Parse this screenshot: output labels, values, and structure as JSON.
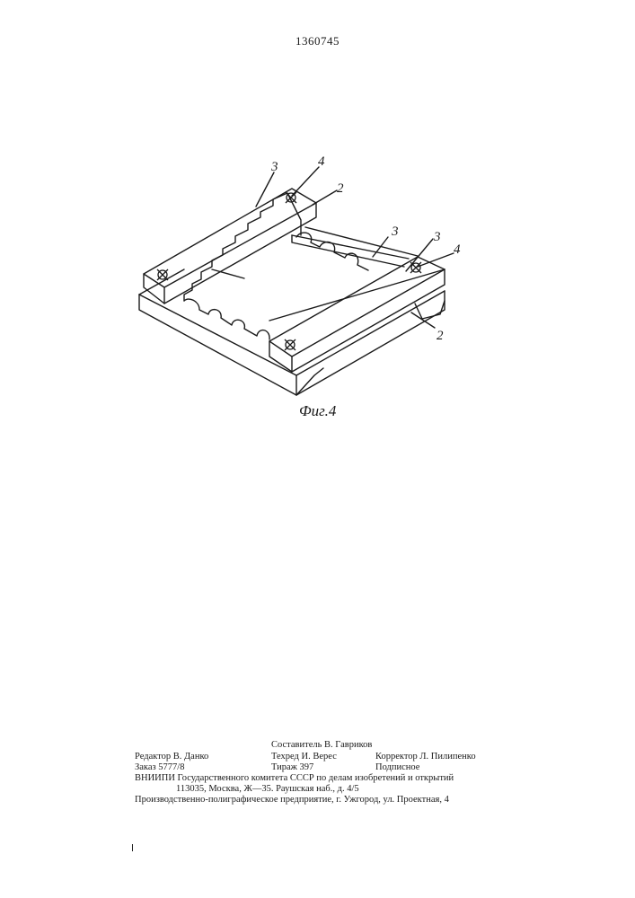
{
  "header": {
    "patent_number": "1360745"
  },
  "figure": {
    "caption": "Фиг.4",
    "labels": {
      "bar_left": "3",
      "fastener_top": "4",
      "plate_top": "2",
      "bar_middle": "3",
      "bar_right": "3",
      "fastener_right": "4",
      "plate_bottom": "2"
    }
  },
  "imprint": {
    "compiler": "Составитель В. Гавриков",
    "editor": "Редактор В. Данко",
    "techred": "Техред И. Верес",
    "corrector": "Корректор Л. Пилипенко",
    "order": "Заказ 5777/8",
    "circulation": "Тираж 397",
    "subscription": "Подписное",
    "institute": "ВНИИПИ Государственного комитета СССР по делам изобретений и открытий",
    "address": "113035, Москва,  Ж—35.  Раушская  наб.,  д.  4/5",
    "printer": "Производственно-полиграфическое предприятие, г. Ужгород, ул. Проектная, 4"
  }
}
